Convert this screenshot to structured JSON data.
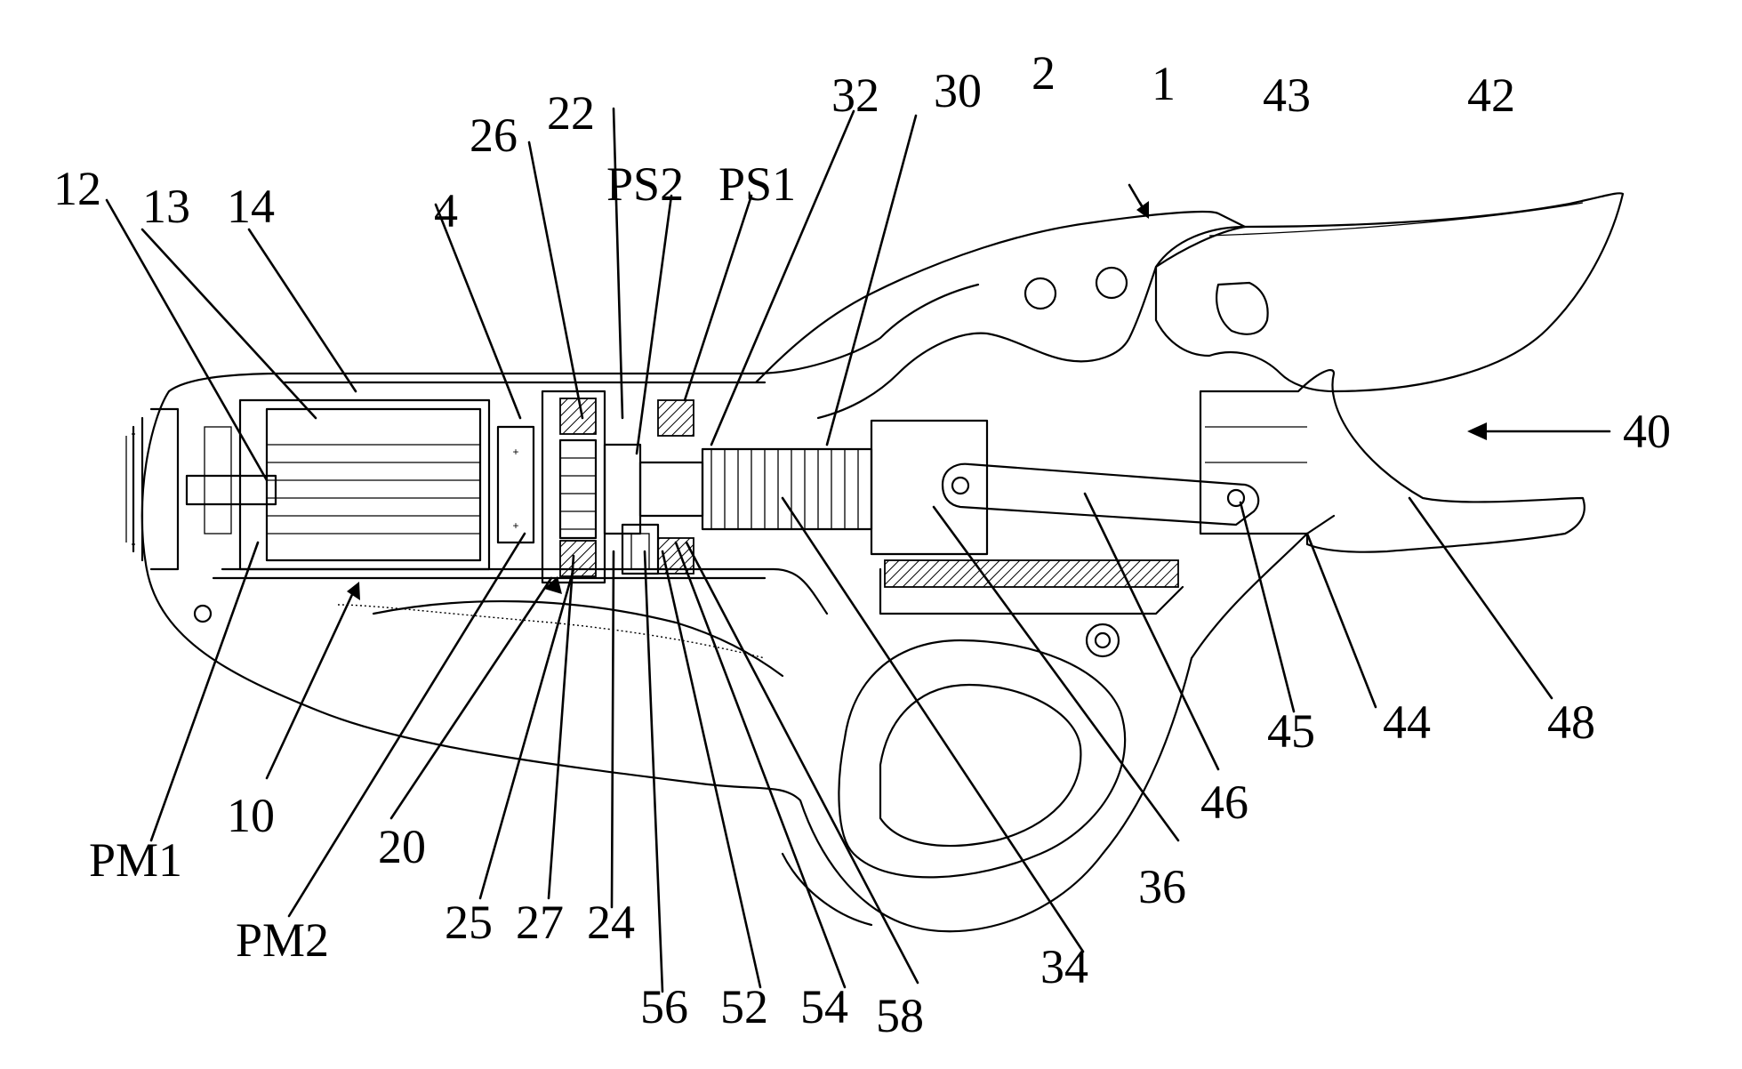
{
  "figure": {
    "labels": {
      "l1": "1",
      "l2": "2",
      "l4": "4",
      "l10": "10",
      "l12": "12",
      "l13": "13",
      "l14": "14",
      "l20": "20",
      "l22": "22",
      "l24": "24",
      "l25": "25",
      "l26": "26",
      "l27": "27",
      "l30": "30",
      "l32": "32",
      "l34": "34",
      "l36": "36",
      "l40": "40",
      "l42": "42",
      "l43": "43",
      "l44": "44",
      "l45": "45",
      "l46": "46",
      "l48": "48",
      "l52": "52",
      "l54": "54",
      "l56": "56",
      "l58": "58",
      "pm1": "PM1",
      "pm2": "PM2",
      "ps1": "PS1",
      "ps2": "PS2"
    }
  }
}
